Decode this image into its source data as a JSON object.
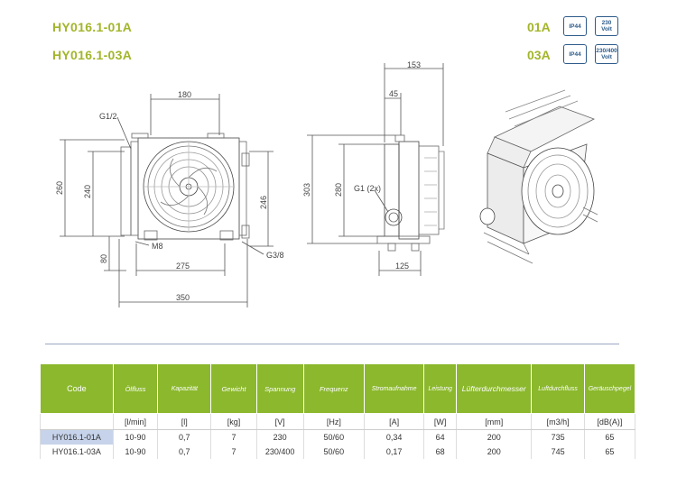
{
  "header": {
    "model1": "HY016.1-01A",
    "model2": "HY016.1-03A",
    "variant1": {
      "code": "01A",
      "rating": "IP44",
      "voltage_line1": "230",
      "voltage_line2": "Volt"
    },
    "variant2": {
      "code": "03A",
      "rating": "IP44",
      "voltage_line1": "230/400",
      "voltage_line2": "Volt"
    }
  },
  "drawing": {
    "dim_180": "180",
    "dim_g12": "G1/2",
    "dim_260": "260",
    "dim_240": "240",
    "dim_246": "246",
    "dim_80": "80",
    "dim_m8": "M8",
    "dim_g38": "G3/8",
    "dim_275": "275",
    "dim_350": "350",
    "dim_153": "153",
    "dim_45": "45",
    "dim_303": "303",
    "dim_280": "280",
    "dim_g1": "G1 (2x)",
    "dim_125": "125"
  },
  "table": {
    "headers": [
      "Code",
      "Ölfluss",
      "Kapazität",
      "Gewicht",
      "Spannung",
      "Frequenz",
      "Stromaufnahme",
      "Leistung",
      "Lüfterdurchmesser",
      "Luftdurchfluss",
      "Geräuschpegel"
    ],
    "units": [
      "",
      "[l/min]",
      "[l]",
      "[kg]",
      "[V]",
      "[Hz]",
      "[A]",
      "[W]",
      "[mm]",
      "[m3/h]",
      "[dB(A)]"
    ],
    "rows": [
      [
        "HY016.1-01A",
        "10-90",
        "0,7",
        "7",
        "230",
        "50/60",
        "0,34",
        "64",
        "200",
        "735",
        "65"
      ],
      [
        "HY016.1-03A",
        "10-90",
        "0,7",
        "7",
        "230/400",
        "50/60",
        "0,17",
        "68",
        "200",
        "745",
        "65"
      ]
    ]
  },
  "colors": {
    "accent": "#a3b52a",
    "header_bg": "#8bb82c",
    "badge": "#2d5b8a",
    "highlight": "#c6d3ea"
  }
}
